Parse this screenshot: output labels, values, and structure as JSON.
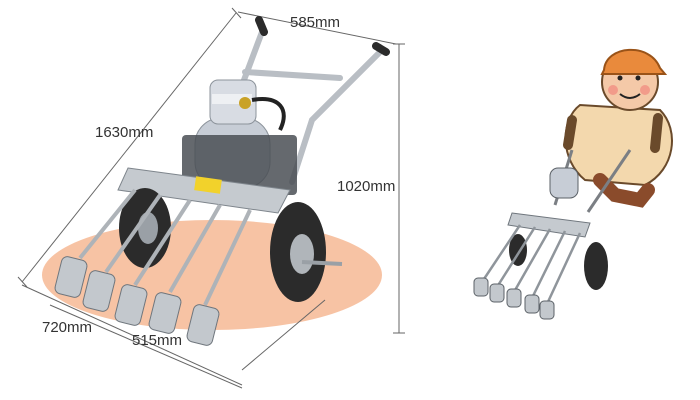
{
  "dimensions": {
    "total_length": "1630mm",
    "handle_width": "585mm",
    "height": "1020mm",
    "overall_width": "720mm",
    "burner_span": "515mm"
  },
  "colors": {
    "ground_ellipse": "#f6b994",
    "frame_metal": "#b9bec4",
    "frame_dark": "#5d646b",
    "tank": "#c7cdd6",
    "tire": "#2b2b2b",
    "dimension_line": "#555555",
    "cap_orange": "#e98a3c",
    "shirt": "#f3d8ad",
    "skin": "#f4c9a8"
  },
  "icons": {
    "machine_photo": "wheeled-gas-burner-weeder-photo",
    "character": "farmer-pushing-weeder-illustration"
  }
}
